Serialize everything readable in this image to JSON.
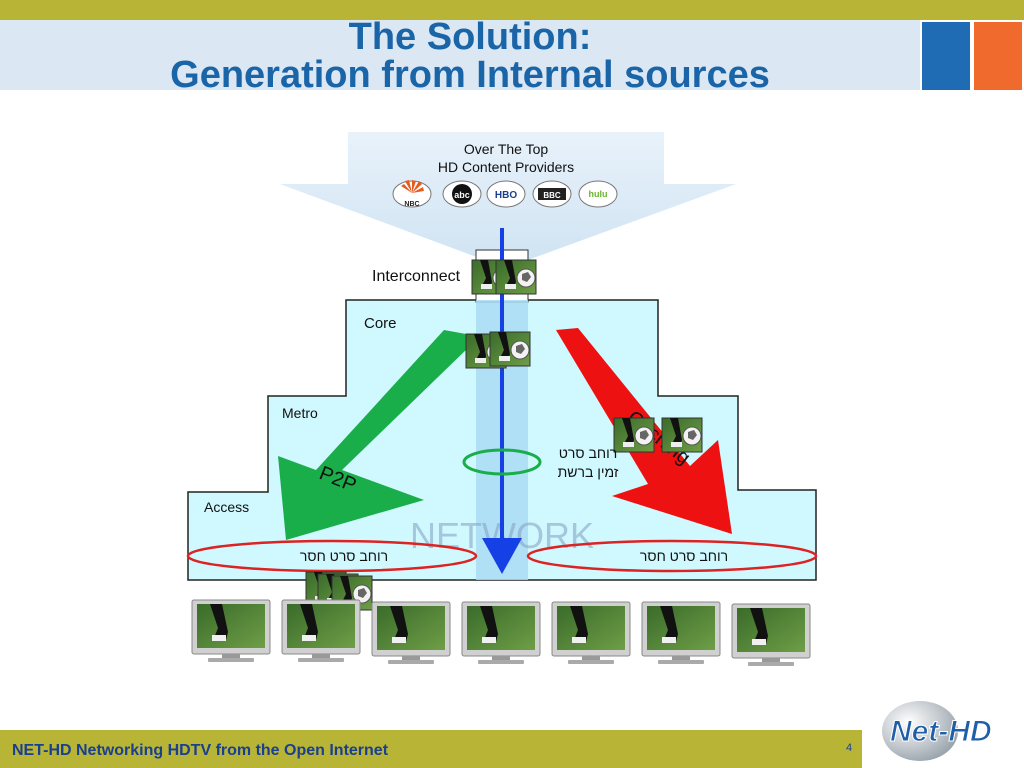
{
  "slide": {
    "title_line1": "The Solution:",
    "title_line2": "Generation from Internal sources",
    "footer": "NET-HD Networking HDTV from the Open Internet",
    "page_number": "4",
    "logo_text": "Net-HD"
  },
  "providers": {
    "heading_line1": "Over The Top",
    "heading_line2": "HD Content Providers",
    "logos": [
      "NBC",
      "abc",
      "HBO",
      "BBC",
      "hulu"
    ]
  },
  "layers": {
    "interconnect": "Interconnect",
    "core": "Core",
    "metro": "Metro",
    "access": "Access",
    "network_watermark": "NETWORK"
  },
  "arrows": {
    "p2p": "P2P",
    "caching": "Caching"
  },
  "labels": {
    "center_line1": "רוחב סרט",
    "center_line2": "זמין ברשת",
    "left_ellipse": "רוחב סרט חסר",
    "right_ellipse": "רוחב סרט חסר"
  },
  "colors": {
    "accent_bar": "#b8b536",
    "title_blue": "#1a64a8",
    "square_blue": "#1f6cb5",
    "square_orange": "#ef6a2c",
    "network_fill": "#cff8ff",
    "p2p_arrow": "#1aae4a",
    "caching_arrow": "#ee1111",
    "core_arrow": "#1540e6",
    "ellipse": "#dd2222"
  }
}
